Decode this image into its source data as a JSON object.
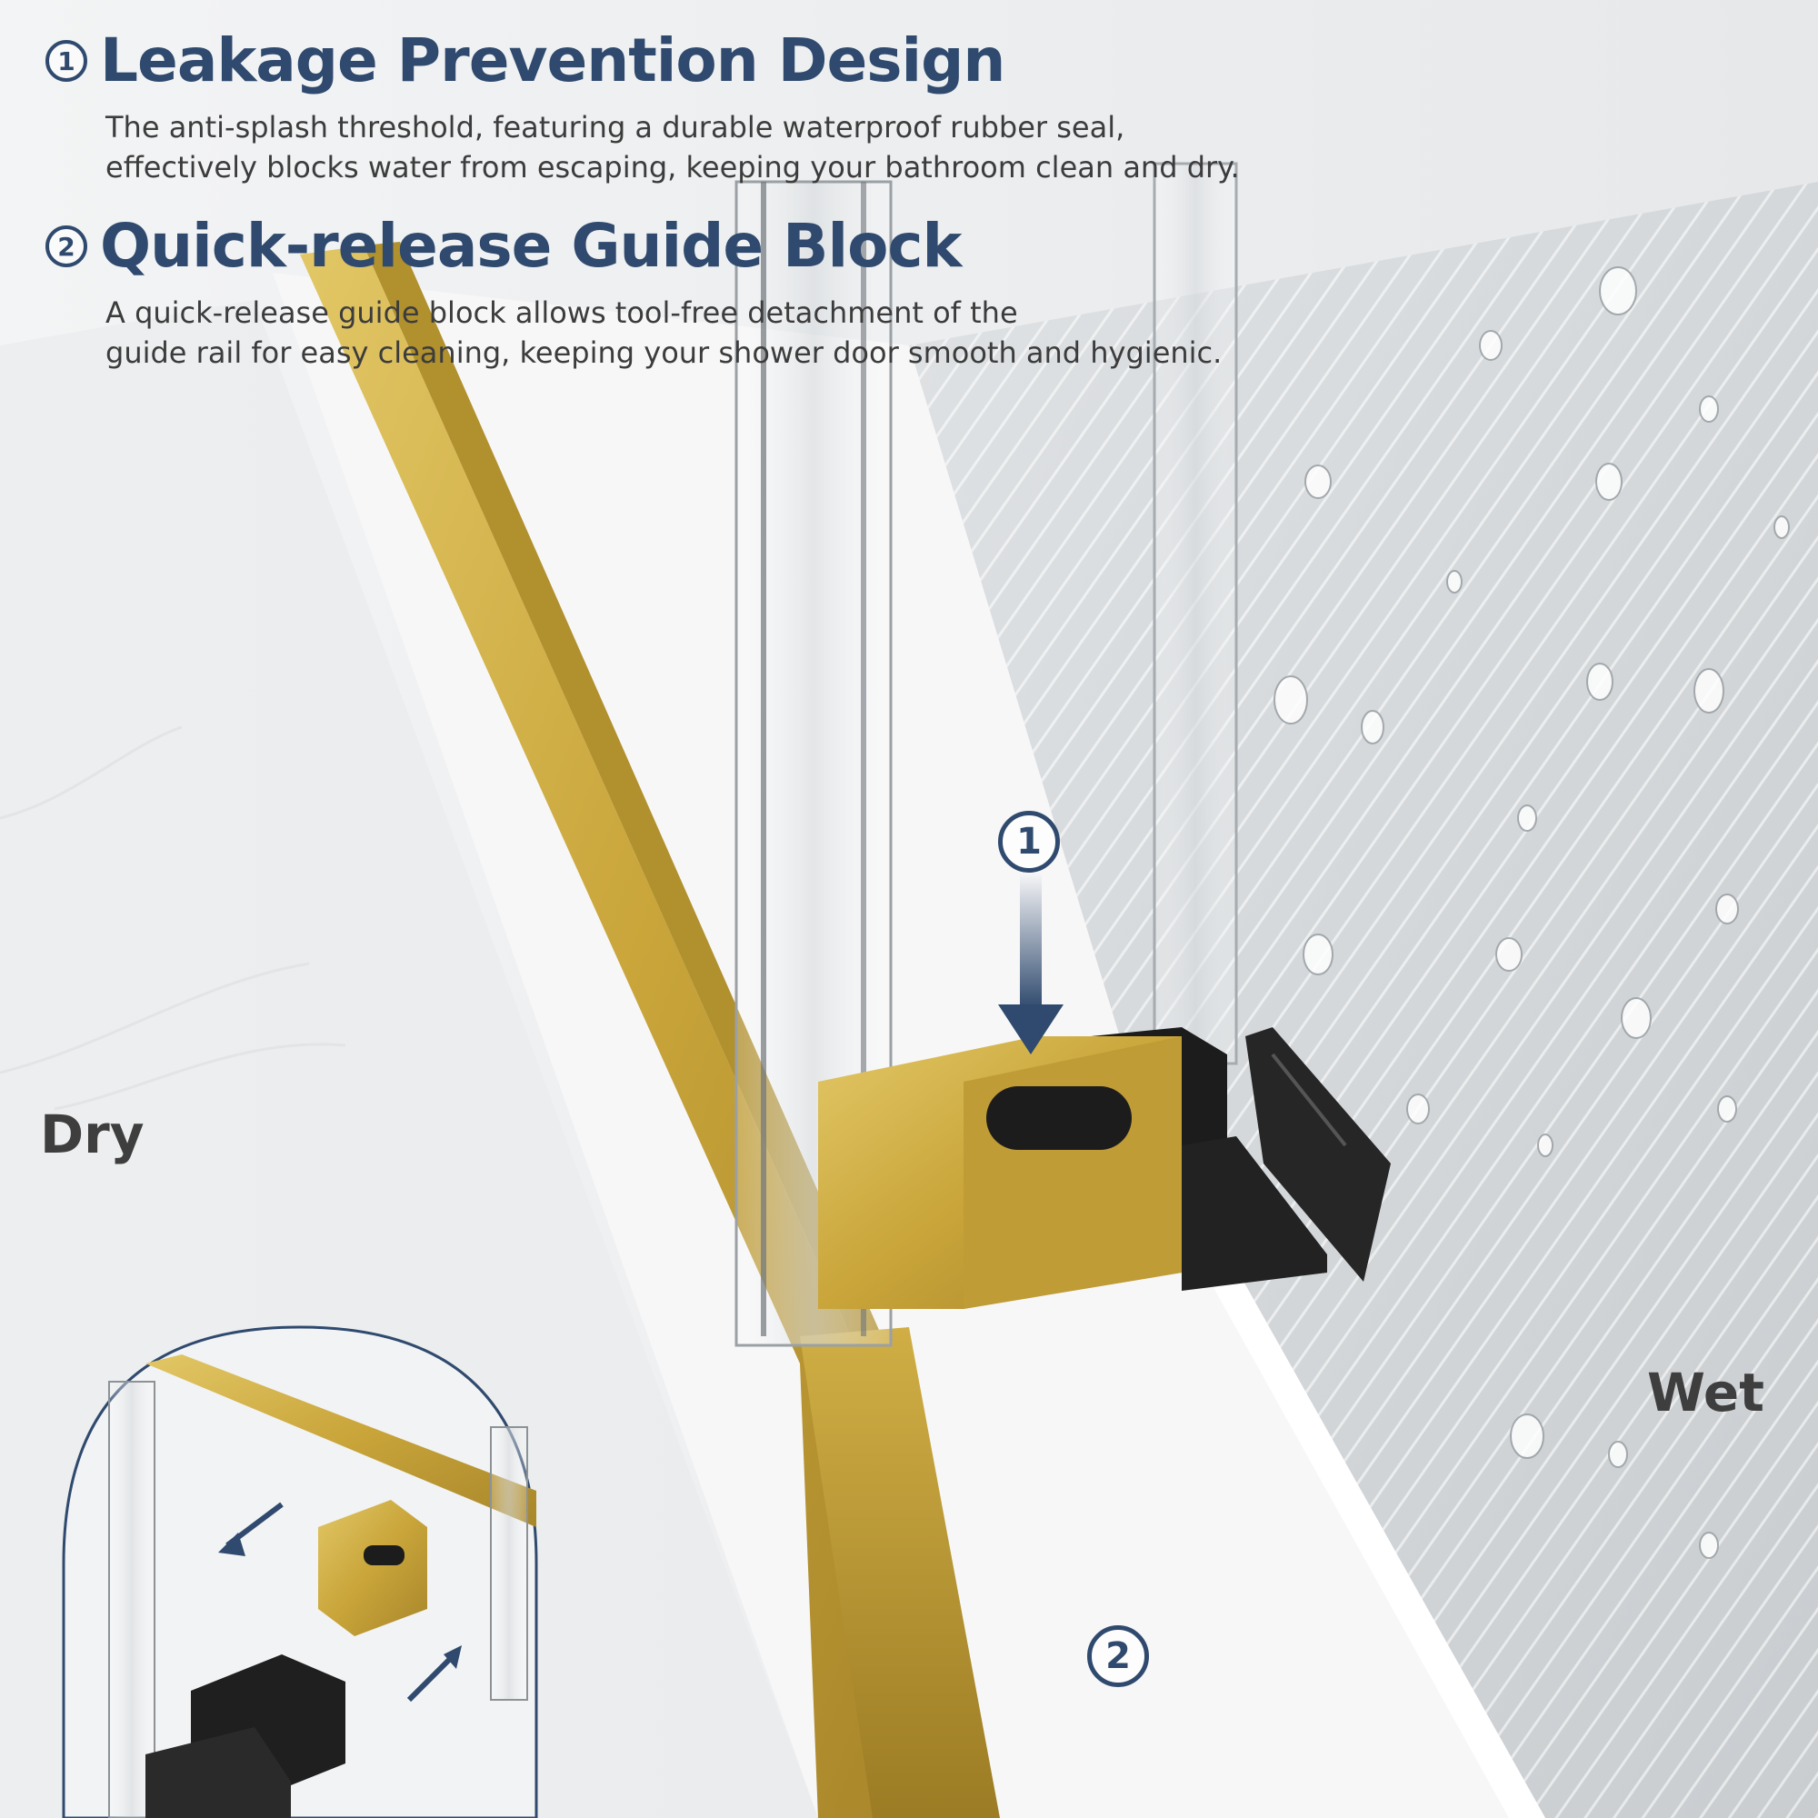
{
  "features": [
    {
      "number": "1",
      "title": "Leakage Prevention Design",
      "description_lines": [
        "The anti-splash threshold, featuring a durable waterproof rubber seal,",
        "effectively blocks water from escaping, keeping your bathroom clean and dry."
      ]
    },
    {
      "number": "2",
      "title": "Quick-release Guide Block",
      "description_lines": [
        "A quick-release guide block allows tool-free detachment of the",
        "guide rail for easy cleaning, keeping your shower door smooth and hygienic."
      ]
    }
  ],
  "callouts": {
    "seal_marker": "1",
    "rail_marker": "2"
  },
  "labels": {
    "dry": "Dry",
    "wet": "Wet"
  },
  "colors": {
    "heading": "#2f4a6e",
    "body_text": "#3c3c3c",
    "brushed_gold": "#c9a53a",
    "matte_black": "#1c1c1c"
  }
}
